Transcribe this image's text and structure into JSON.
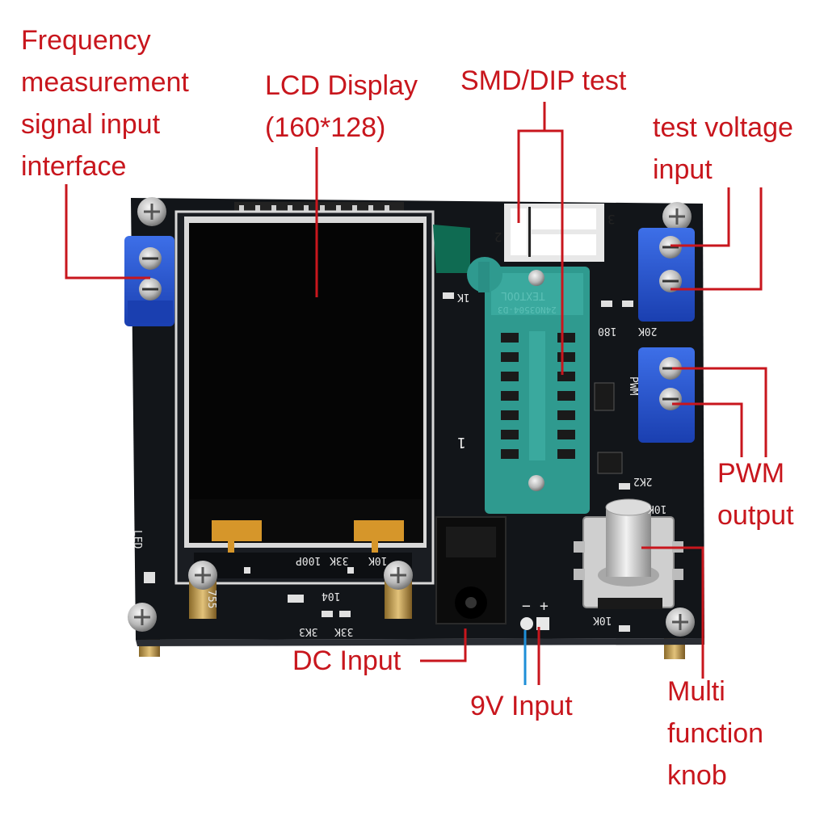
{
  "labels": {
    "frequency": [
      "Frequency",
      "measurement",
      "signal input",
      "interface"
    ],
    "lcd": [
      "LCD Display",
      "(160*128)"
    ],
    "smd_dip": "SMD/DIP test",
    "test_voltage": [
      "test voltage",
      "input"
    ],
    "pwm": [
      "PWM",
      "output"
    ],
    "dc_input": "DC Input",
    "nine_v": "9V Input",
    "knob": [
      "Multi",
      "function",
      "knob"
    ]
  },
  "board_markings": {
    "led": "LED",
    "pwm": "PWM",
    "socket_brand": "TEXTOOL",
    "socket_part": "24NO3504-D3",
    "res_1k": "1K",
    "res_20k": "20K",
    "res_180": "180",
    "res_2k2": "2K2",
    "res_10k_top": "10K",
    "res_10k_bottom": "10K",
    "res_33k": "33K",
    "res_3k3": "3K3",
    "cap_104": "104",
    "cap_100p": "100P",
    "res_10k_left": "10K",
    "res_33k_left": "33K",
    "ic_755": "755",
    "pin_1": "1",
    "pin_2": "2",
    "pin_3": "3",
    "minus": "−",
    "plus": "+"
  },
  "colors": {
    "label_red": "#c8161d",
    "pcb": "#111418",
    "terminal_blue": "#1f4fc8",
    "socket_green": "#2f9a8f",
    "lcd_black": "#050505",
    "nine_v_line": "#1e8fd8"
  }
}
